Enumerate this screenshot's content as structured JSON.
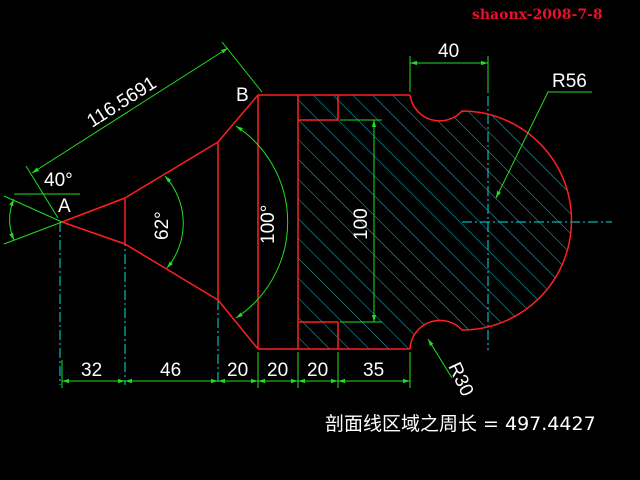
{
  "watermark": "shaonx-2008-7-8",
  "points": {
    "a": "A",
    "b": "B"
  },
  "dimensions": {
    "aligned_length": "116.5691",
    "angle_40": "40°",
    "angle_62": "62°",
    "angle_100": "100°",
    "height_100": "100",
    "top_40": "40",
    "radius_56": "R56",
    "radius_30": "R30",
    "bottom": [
      "32",
      "46",
      "20",
      "20",
      "20",
      "35"
    ]
  },
  "perimeter_text": "剖面线区域之周长 = 497.4427",
  "colors": {
    "outline": "#ff2020",
    "dimension": "#22dd22",
    "centerline": "#00e0e0",
    "hatch": "#1ab8c8",
    "text": "#ffffff",
    "watermark": "#e8102a"
  }
}
